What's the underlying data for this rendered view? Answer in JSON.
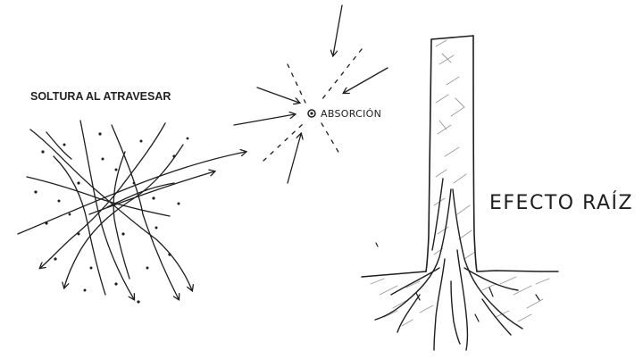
{
  "labels": {
    "soltura": "SOLTURA AL ATRAVESAR",
    "absorcion": "ABSORCIÓN",
    "efecto_raiz": "EFECTO RAÍZ"
  },
  "colors": {
    "ink": "#1e1e1e",
    "hatch": "#9a9a9a",
    "background": "#ffffff"
  }
}
